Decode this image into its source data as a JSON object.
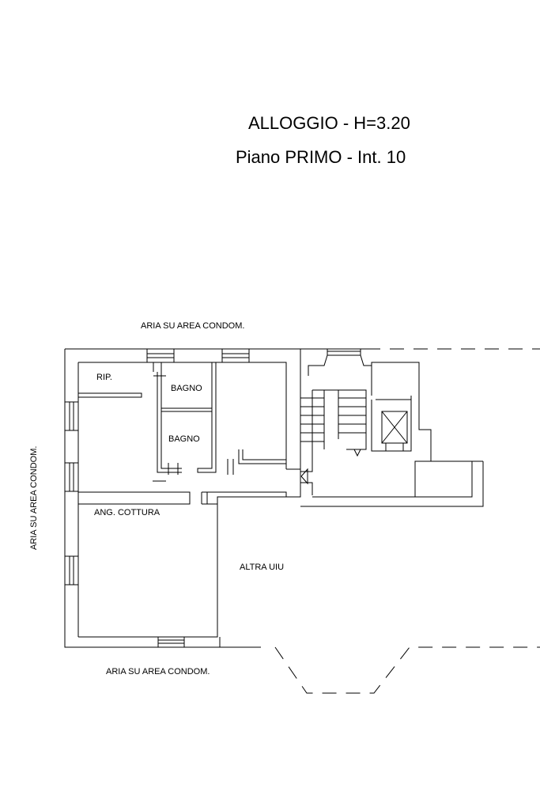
{
  "plan": {
    "title": "ALLOGGIO - H=3.20",
    "subtitle": "Piano PRIMO - Int. 10"
  },
  "labels": {
    "north": "ARIA SU AREA CONDOM.",
    "south": "ARIA SU AREA CONDOM.",
    "west": "ARIA SU AREA CONDOM.",
    "rip": "RIP.",
    "bagno1": "BAGNO",
    "bagno2": "BAGNO",
    "cottura": "ANG. COTTURA",
    "altra": "ALTRA UIU"
  }
}
